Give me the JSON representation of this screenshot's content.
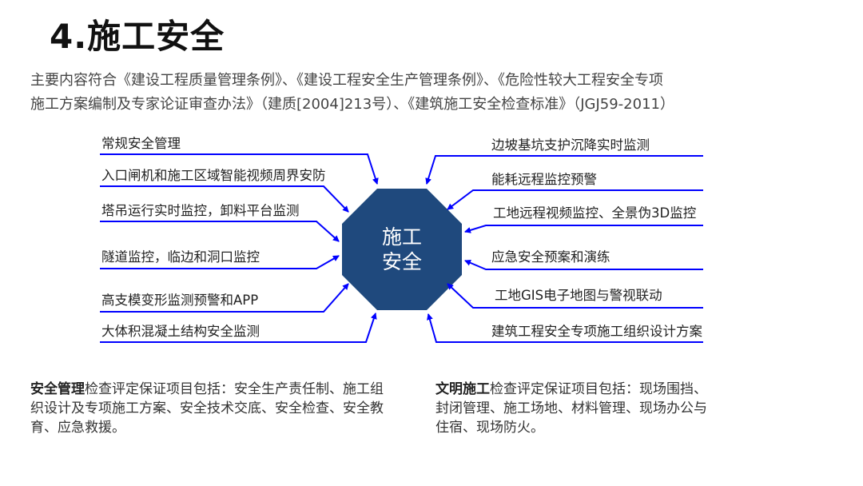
{
  "slide": {
    "title": "4.施工安全",
    "intro": {
      "line1": "主要内容符合《建设工程质量管理条例》、《建设工程安全生产管理条例》、《危险性较大工程安全专项",
      "line2": "施工方案编制及专家论证审查办法》（建质[2004]213号）、《建筑施工安全检查标准》（JGJ59-2011）"
    },
    "center": {
      "line1": "施工",
      "line2": "安全",
      "fill_color": "#1f497d"
    },
    "arrow_color": "#0000ff",
    "left_items": [
      {
        "label": "常规安全管理"
      },
      {
        "label": "入口闸机和施工区域智能视频周界安防"
      },
      {
        "label": "塔吊运行实时监控，卸料平台监测"
      },
      {
        "label": "隧道监控，临边和洞口监控"
      },
      {
        "label": "高支模变形监测预警和APP"
      },
      {
        "label": "大体积混凝土结构安全监测"
      }
    ],
    "right_items": [
      {
        "label": "边坡基坑支护沉降实时监测"
      },
      {
        "label": "能耗远程监控预警"
      },
      {
        "label": "工地远程视频监控、全景伪3D监控"
      },
      {
        "label": "应急安全预案和演练"
      },
      {
        "label": "工地GIS电子地图与警视联动"
      },
      {
        "label": "建筑工程安全专项施工组织设计方案"
      }
    ],
    "notes": {
      "safety": {
        "highlight": "安全管理",
        "rest": "检查评定保证项目包括：安全生产责任制、施工组织设计及专项施工方案、安全技术交底、安全检查、安全教育、应急救援。"
      },
      "civilized": {
        "highlight": "文明施工",
        "rest": "检查评定保证项目包括：现场围挡、封闭管理、施工场地、材料管理、现场办公与住宿、现场防火。"
      }
    }
  }
}
